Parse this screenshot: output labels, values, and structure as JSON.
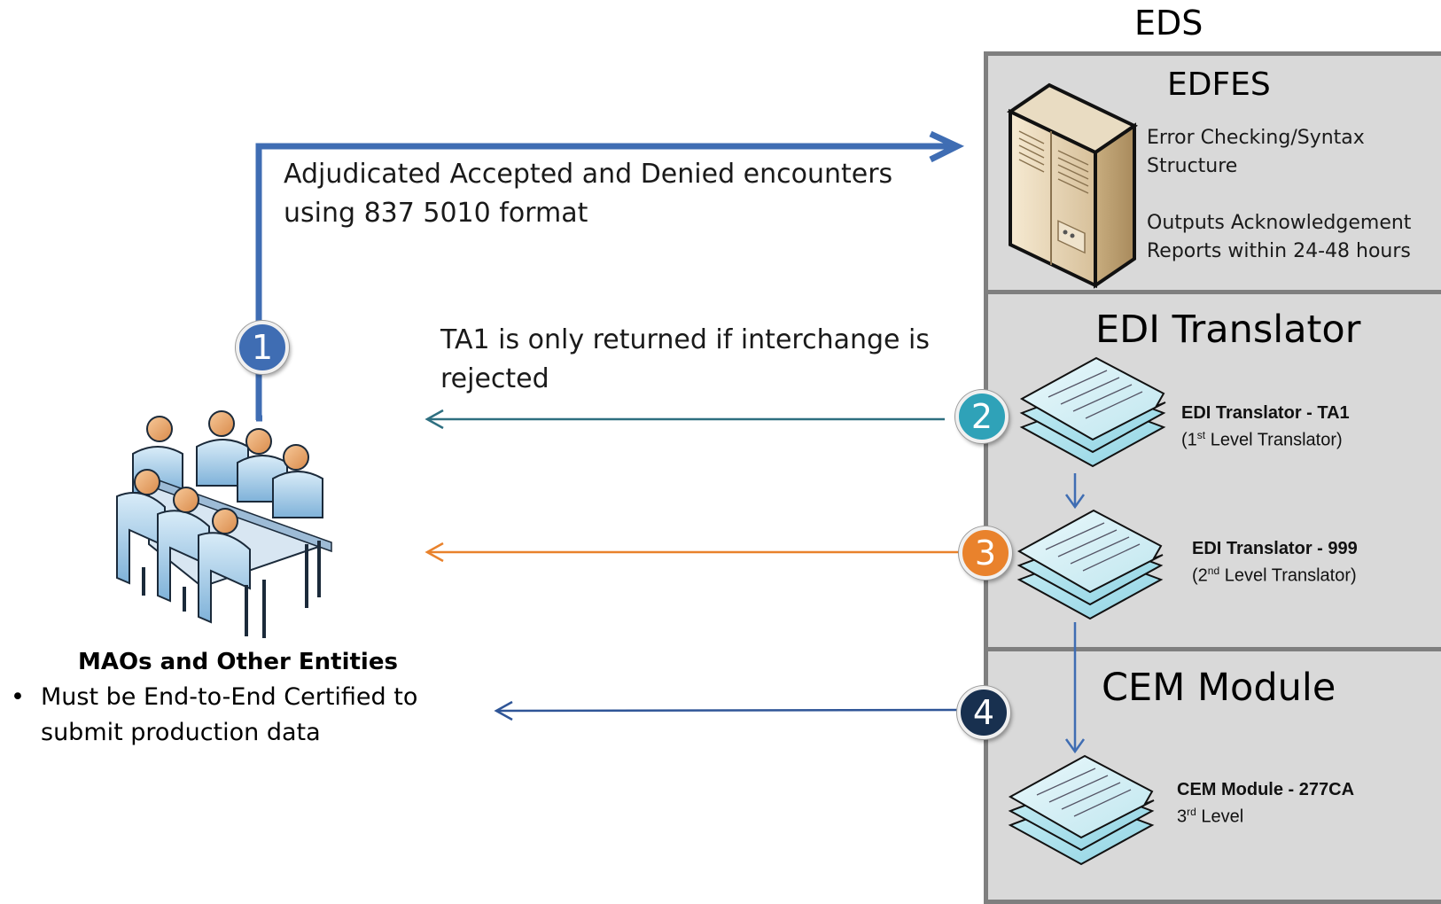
{
  "eds": {
    "title": "EDS",
    "edfes": {
      "title": "EDFES",
      "note_1_line_1": "Error Checking/Syntax",
      "note_1_line_2": "Structure",
      "note_2_line_1": "Outputs Acknowledgement",
      "note_2_line_2": "Reports within 24-48 hours"
    },
    "edi_translator": {
      "title": "EDI Translator",
      "doc_1": {
        "name": "EDI Translator - TA1",
        "sub_pre": "(1",
        "sub_sup": "st",
        "sub_post": " Level Translator)"
      },
      "doc_2": {
        "name": "EDI Translator - 999",
        "sub_pre": "(2",
        "sub_sup": "nd",
        "sub_post": " Level Translator)"
      }
    },
    "cem_module": {
      "title": "CEM Module",
      "doc_1": {
        "name": "CEM Module - 277CA",
        "sub_pre": "3",
        "sub_sup": "rd",
        "sub_post": " Level"
      }
    }
  },
  "flows": {
    "submission_line_1": "Adjudicated Accepted and Denied  encounters",
    "submission_line_2": "using 837 5010 format",
    "ta1_line_1": "TA1 is only returned if interchange is",
    "ta1_line_2": "rejected"
  },
  "steps": {
    "s1": "1",
    "s2": "2",
    "s3": "3",
    "s4": "4"
  },
  "mao": {
    "title": "MAOs and Other Entities",
    "bullet_symbol": "•",
    "bullet_line_1": "Must be End-to-End Certified to",
    "bullet_line_2": "submit production data"
  },
  "colors": {
    "arrow_1": "#3f6db3",
    "arrow_2": "#2e6f80",
    "arrow_3": "#e9822c",
    "arrow_4": "#2f5597",
    "panel_fill": "#d9d9d9",
    "panel_border": "#7f7f7f"
  },
  "icons": {
    "server": "server-icon",
    "documents": "document-stack-icon",
    "people": "meeting-group-icon"
  }
}
